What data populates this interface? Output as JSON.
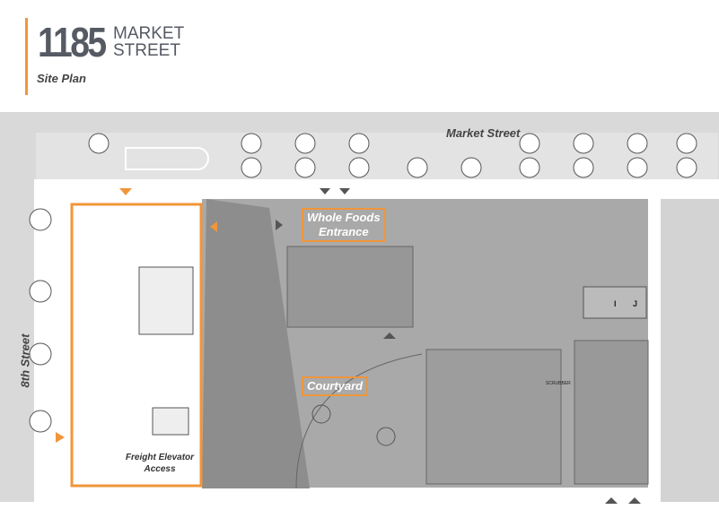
{
  "header": {
    "number": "1185",
    "name_line1": "MARKET",
    "name_line2": "STREET",
    "subtitle": "Site Plan"
  },
  "labels": {
    "market_street": "Market Street",
    "eighth_street": "8th Street",
    "whole_foods_line1": "Whole Foods",
    "whole_foods_line2": "Entrance",
    "courtyard": "Courtyard",
    "freight_line1": "Freight Elevator",
    "freight_line2": "Access",
    "scrubber": "SCRUBBER",
    "room_i": "I",
    "room_j": "J"
  },
  "colors": {
    "accent": "#f0963a",
    "building": "#a9a9a9",
    "street": "#d9d9d9",
    "text": "#555a63"
  }
}
